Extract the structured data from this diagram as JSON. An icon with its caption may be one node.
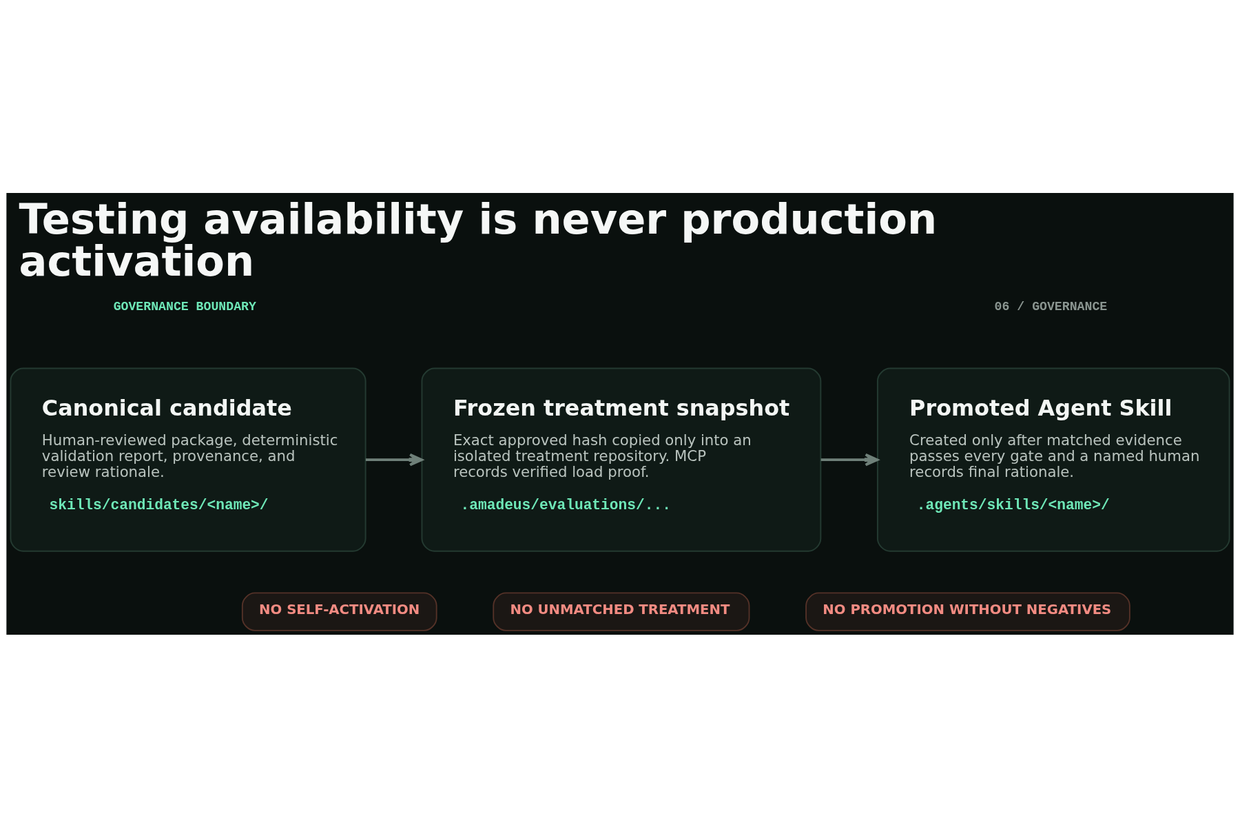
{
  "diagram": {
    "title": "Testing availability is never production activation",
    "nodes": [
      {
        "text": [
          "Canonical candidate",
          "Human-reviewed package, deterministic validation report, provenance, and review rationale.",
          "skills/candidates/<name>/"
        ]
      },
      {
        "text": [
          "Frozen treatment snapshot",
          "Exact approved hash copied only into an isolated treatment repository. MCP records verified load proof.",
          ".amadeus/evaluations/..."
        ]
      },
      {
        "text": [
          "Promoted Agent Skill",
          "Created only after matched evidence passes every gate and a named human records final rationale.",
          ".agents/skills/<name>/"
        ]
      },
      {
        "text": [
          "NO SELF-ACTIVATION"
        ]
      },
      {
        "text": [
          "NO UNMATCHED TREATMENT"
        ]
      },
      {
        "text": [
          "NO PROMOTION WITHOUT NEGATIVES"
        ]
      }
    ],
    "edges": [
      {
        "from": 0,
        "to": 1,
        "arrow": "to"
      },
      {
        "from": 1,
        "to": 2,
        "arrow": "to"
      }
    ],
    "labels": [
      "GOVERNANCE BOUNDARY",
      "06 / GOVERNANCE"
    ]
  }
}
